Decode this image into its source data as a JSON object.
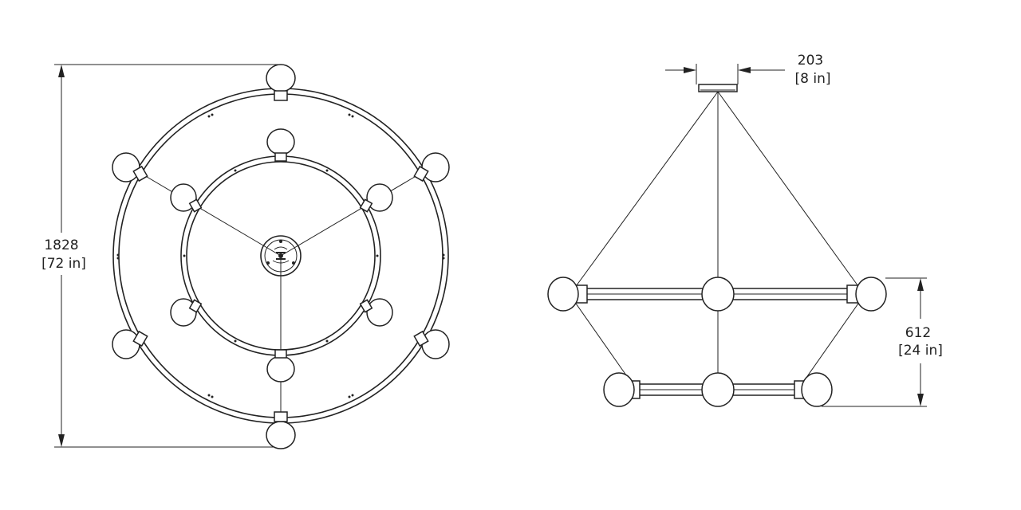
{
  "top_view": {
    "overall_dimension_mm": "1828",
    "overall_dimension_in": "[72 in]"
  },
  "side_view": {
    "canopy_dimension_mm": "203",
    "canopy_dimension_in": "[8 in]",
    "ring_spacing_mm": "612",
    "ring_spacing_in": "[24 in]"
  }
}
